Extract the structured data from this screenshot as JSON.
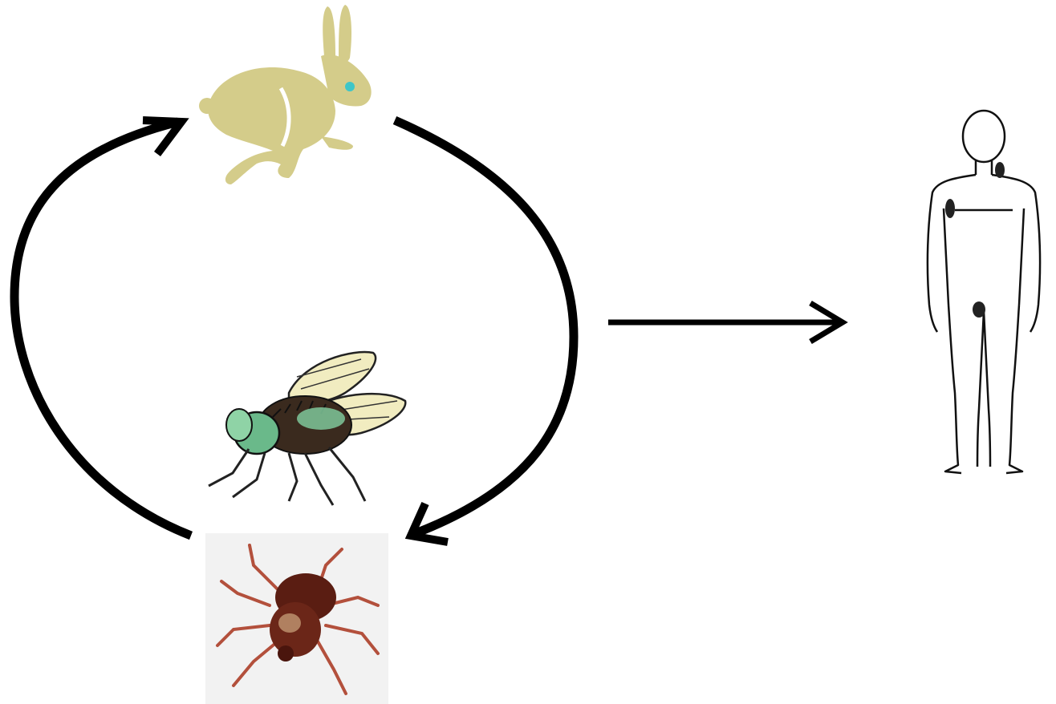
{
  "diagram": {
    "type": "transmission-cycle",
    "nodes": [
      {
        "id": "rabbit",
        "icon": "rabbit-icon",
        "color": "#d4cc8a",
        "eye_color": "#3ec6c8"
      },
      {
        "id": "fly",
        "icon": "fly-icon",
        "wing_color": "#f1ecc0",
        "eye_color": "#7fc79a"
      },
      {
        "id": "tick",
        "icon": "tick-icon",
        "body_color": "#6b2618",
        "leg_color": "#b3503c"
      },
      {
        "id": "human",
        "icon": "human-figure-icon",
        "lesion_color": "#222222"
      }
    ],
    "edges": [
      {
        "from": "rabbit",
        "to": "tick",
        "style": "curved-arrow"
      },
      {
        "from": "tick",
        "to": "rabbit",
        "style": "curved-arrow"
      },
      {
        "from": "cycle",
        "to": "human",
        "style": "straight-arrow"
      }
    ],
    "arrow_color": "#000000"
  }
}
